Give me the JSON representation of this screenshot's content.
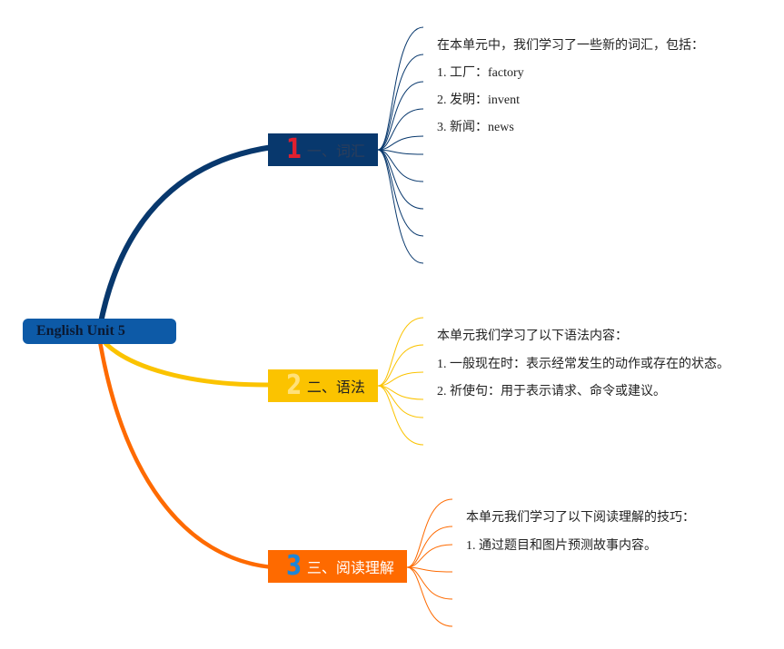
{
  "root": {
    "label": "English Unit 5",
    "color": "#0d5aa7"
  },
  "branches": [
    {
      "number": "1",
      "label": "一、词汇",
      "color": "#08386d",
      "number_color": "#e0202f",
      "items": [
        "在本单元中，我们学习了一些新的词汇，包括：",
        "1. 工厂：factory",
        "2. 发明：invent",
        "3. 新闻：news"
      ]
    },
    {
      "number": "2",
      "label": "二、语法",
      "color": "#fbc300",
      "number_color": "#ffe17a",
      "items": [
        "本单元我们学习了以下语法内容：",
        "1. 一般现在时：表示经常发生的动作或存在的状态。",
        "2. 祈使句：用于表示请求、命令或建议。"
      ]
    },
    {
      "number": "3",
      "label": "三、阅读理解",
      "color": "#fe6a00",
      "number_color": "#1e86d8",
      "items": [
        "本单元我们学习了以下阅读理解的技巧：",
        "1. 通过题目和图片预测故事内容。"
      ]
    }
  ]
}
